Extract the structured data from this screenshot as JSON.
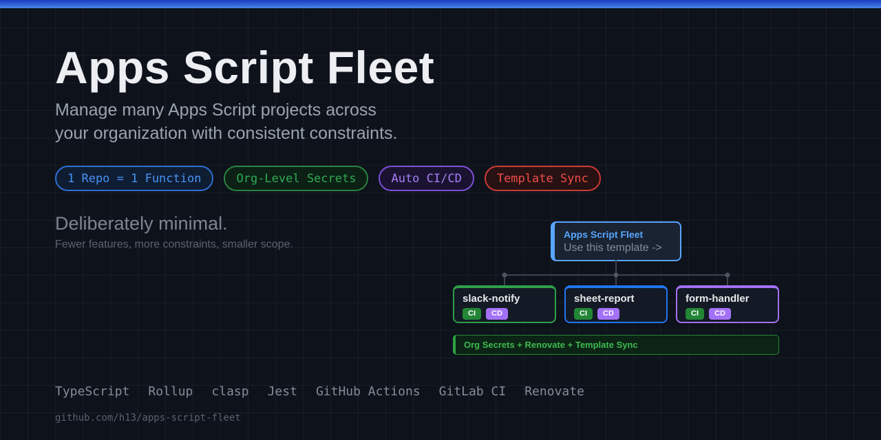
{
  "topbar": {
    "accent_gradient_top": "#1c3dbd",
    "accent_gradient_bottom": "#4e86e8"
  },
  "hero": {
    "title": "Apps Script Fleet",
    "subtitle": "Manage many Apps Script projects across\nyour organization with consistent constraints."
  },
  "feature_pills": [
    {
      "label": "1 Repo = 1 Function",
      "color": "#4793f7"
    },
    {
      "label": "Org-Level Secrets",
      "color": "#2fab54"
    },
    {
      "label": "Auto CI/CD",
      "color": "#a77df5"
    },
    {
      "label": "Template Sync",
      "color": "#ef4e49"
    }
  ],
  "tagline": {
    "heading": "Deliberately minimal.",
    "sub": "Fewer features, more constraints, smaller scope."
  },
  "diagram": {
    "template_box": {
      "title": "Apps Script Fleet",
      "subtitle": "Use this template ->",
      "accent": "#58a6ff"
    },
    "repos": [
      {
        "name": "slack-notify",
        "accent": "#2ea04a",
        "badges": [
          "CI",
          "CD"
        ]
      },
      {
        "name": "sheet-report",
        "accent": "#2176f2",
        "badges": [
          "CI",
          "CD"
        ]
      },
      {
        "name": "form-handler",
        "accent": "#a371f7",
        "badges": [
          "CI",
          "CD"
        ]
      }
    ],
    "badge_colors": {
      "ci": "#238636",
      "cd": "#a371f7"
    },
    "banner": "Org Secrets + Renovate + Template Sync",
    "banner_color": "#3fb950"
  },
  "footer": {
    "tech": [
      "TypeScript",
      "Rollup",
      "clasp",
      "Jest",
      "GitHub Actions",
      "GitLab CI",
      "Renovate"
    ],
    "url": "github.com/h13/apps-script-fleet"
  }
}
